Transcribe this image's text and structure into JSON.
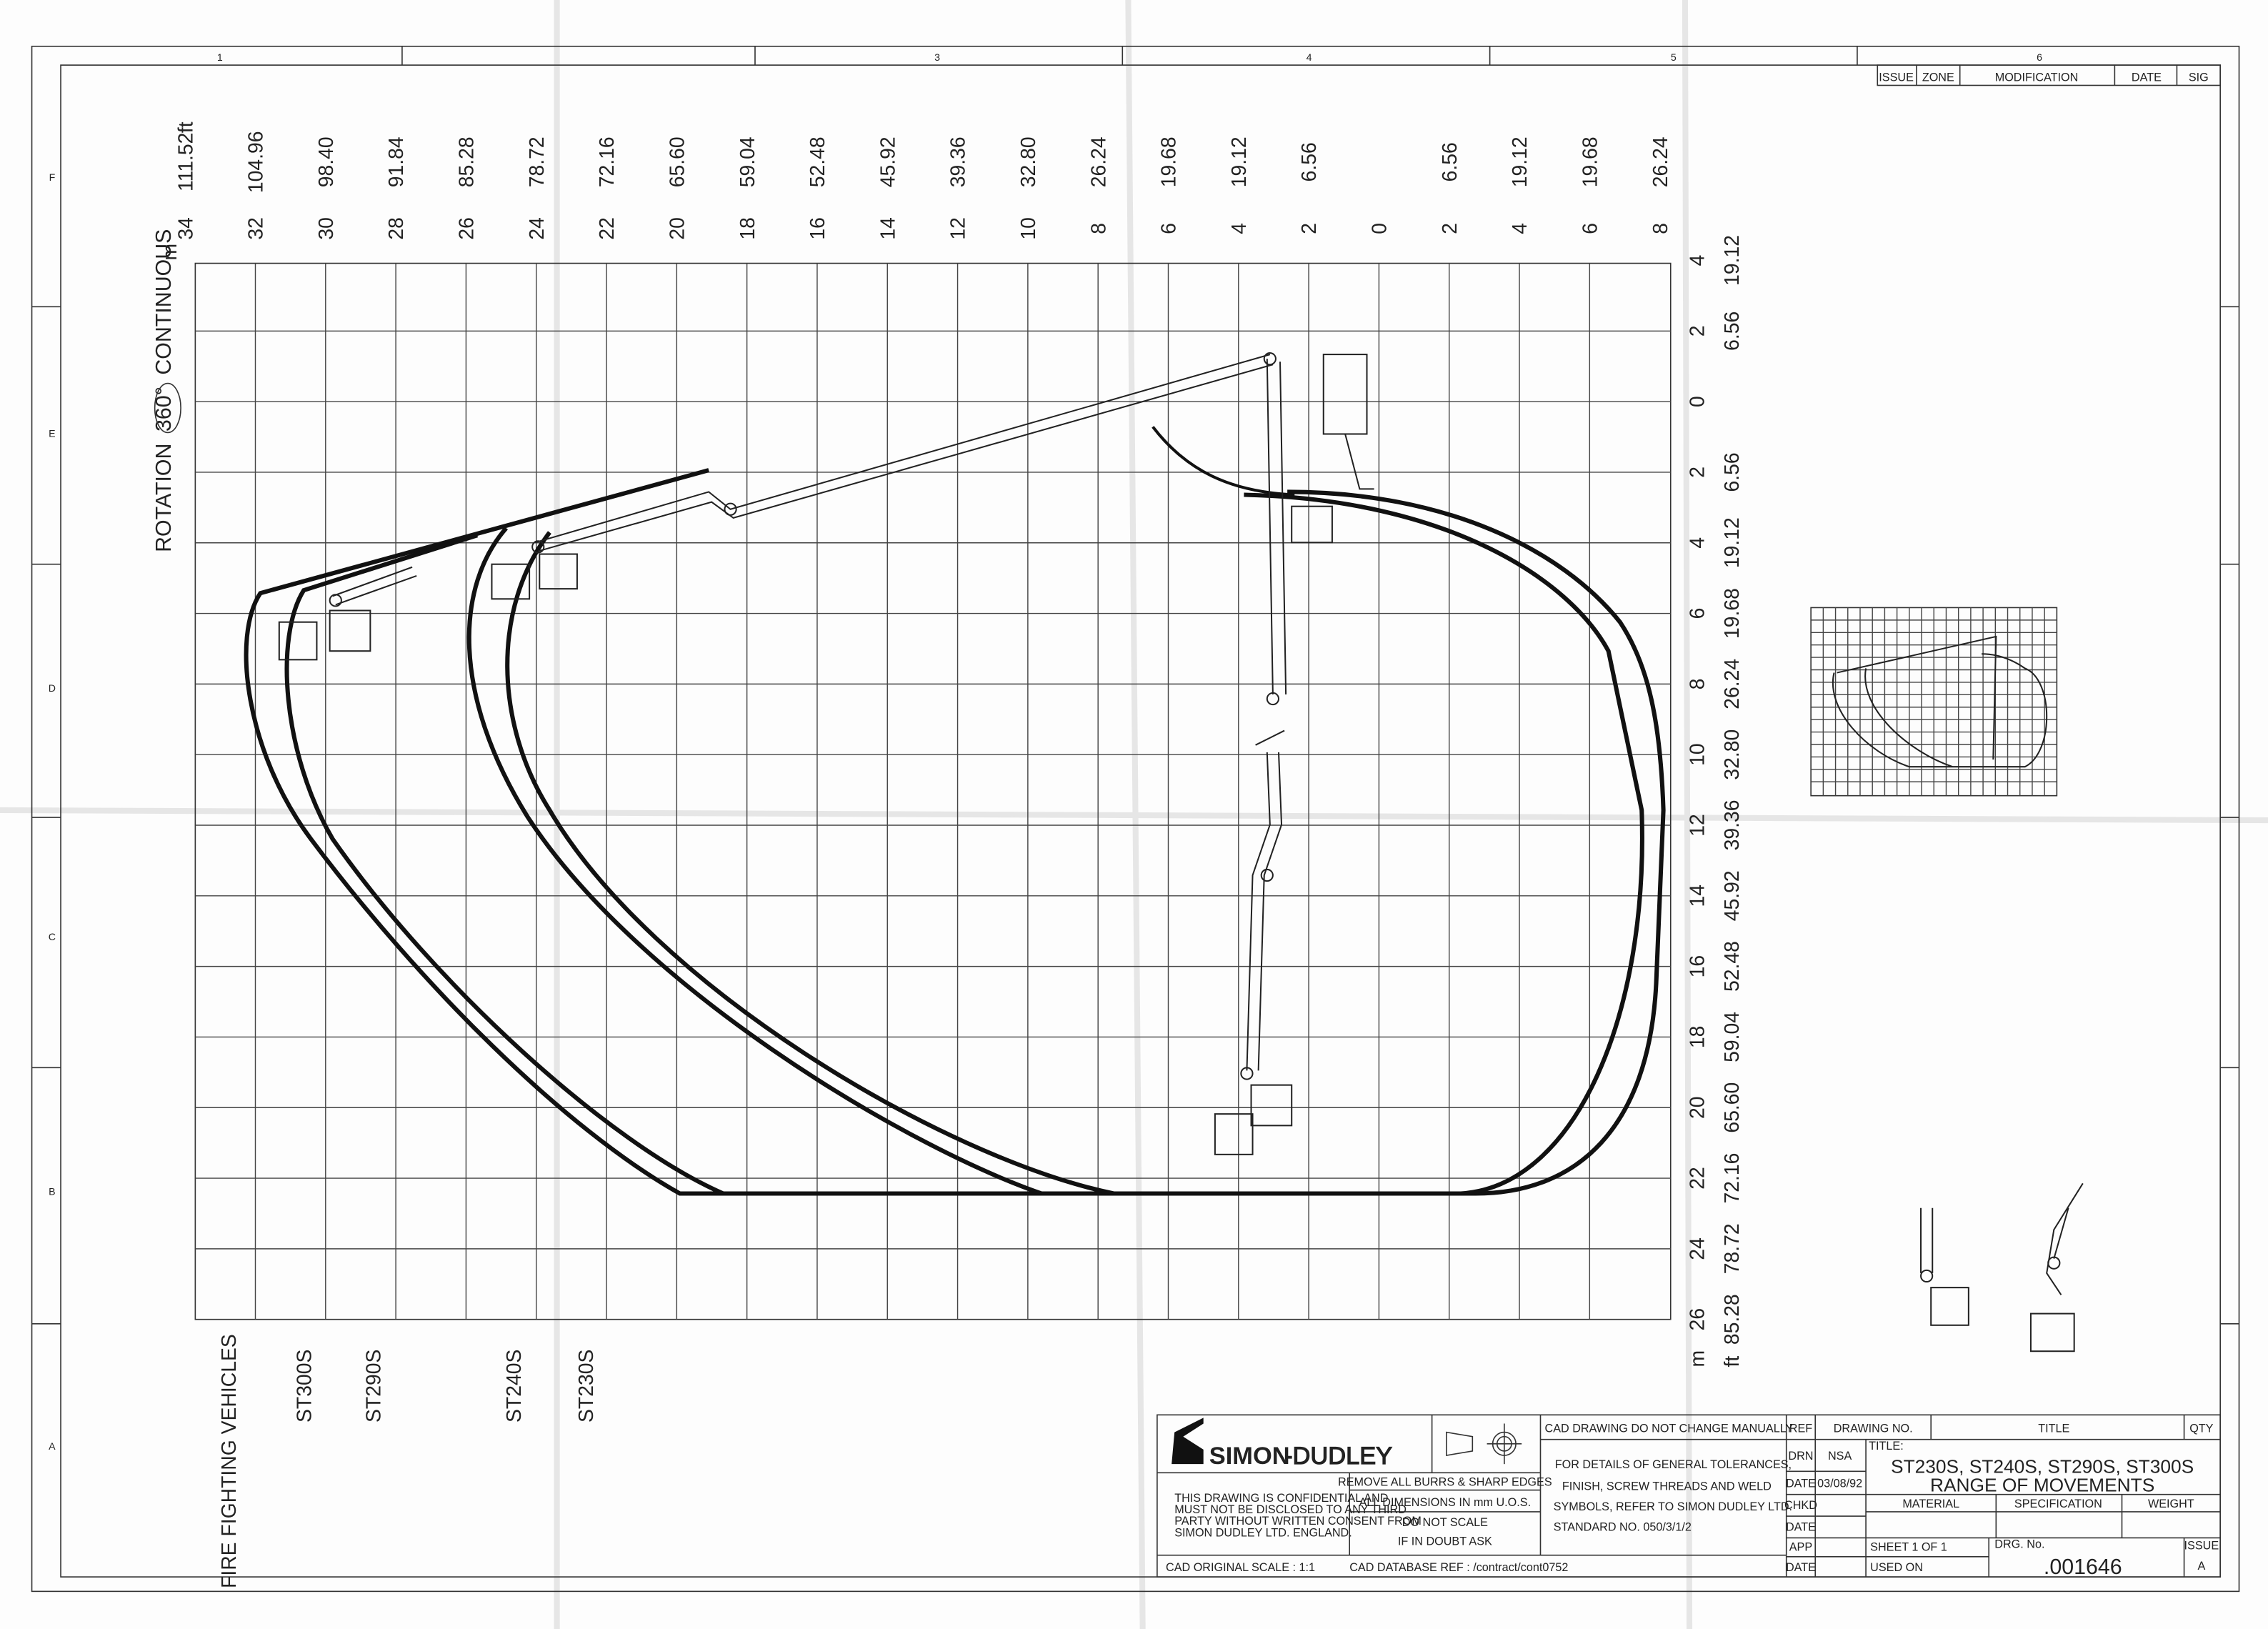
{
  "frame": {
    "columns": [
      "1",
      "3",
      "4",
      "5",
      "6"
    ],
    "rows": [
      "F",
      "E",
      "D",
      "C",
      "B",
      "A"
    ],
    "revision_headers": [
      "ISSUE",
      "ZONE",
      "MODIFICATION",
      "DATE",
      "SIG"
    ]
  },
  "diagram": {
    "rotation_label": "ROTATION",
    "rotation_value": "360°",
    "rotation_suffix": "CONTINUOUS",
    "top_axis": {
      "unit_m": "m",
      "unit_ft": "ft",
      "m": [
        "34",
        "32",
        "30",
        "28",
        "26",
        "24",
        "22",
        "20",
        "18",
        "16",
        "14",
        "12",
        "10",
        "8",
        "6",
        "4",
        "2",
        "0",
        "2",
        "4",
        "6",
        "8"
      ],
      "ft": [
        "111.52",
        "104.96",
        "98.40",
        "91.84",
        "85.28",
        "78.72",
        "72.16",
        "65.60",
        "59.04",
        "52.48",
        "45.92",
        "39.36",
        "32.80",
        "26.24",
        "19.68",
        "19.12",
        "6.56",
        "",
        "6.56",
        "19.12",
        "19.68",
        "26.24"
      ]
    },
    "right_axis": {
      "unit_m": "m",
      "unit_ft": "ft",
      "m": [
        "4",
        "2",
        "0",
        "2",
        "4",
        "6",
        "8",
        "10",
        "12",
        "14",
        "16",
        "18",
        "20",
        "22",
        "24",
        "26"
      ],
      "ft": [
        "19.12",
        "6.56",
        "",
        "6.56",
        "19.12",
        "19.68",
        "26.24",
        "32.80",
        "39.36",
        "45.92",
        "52.48",
        "59.04",
        "65.60",
        "72.16",
        "78.72",
        "85.28"
      ]
    },
    "vehicle_group_label": "FIRE FIGHTING VEHICLES",
    "models": [
      "ST300S",
      "ST290S",
      "ST240S",
      "ST230S"
    ]
  },
  "title_block": {
    "company_logo": "SIMON-DUDLEY",
    "logo_part1": "SIMON",
    "logo_part2": "-DUDLEY",
    "confidential": [
      "THIS DRAWING IS CONFIDENTIAL AND",
      "MUST NOT BE DISCLOSED TO ANY THIRD",
      "PARTY WITHOUT WRITTEN CONSENT FROM",
      "SIMON DUDLEY LTD. ENGLAND."
    ],
    "remove_burrs": "REMOVE ALL BURRS & SHARP EDGES",
    "dimensions": "ALL DIMENSIONS IN mm U.O.S.",
    "do_not_scale": "DO NOT SCALE",
    "if_in_doubt": "IF IN DOUBT ASK",
    "cad_drawing": "CAD DRAWING    DO NOT CHANGE MANUALLY",
    "details": [
      "FOR DETAILS OF GENERAL TOLERANCES,",
      "FINISH, SCREW THREADS AND WELD",
      "SYMBOLS, REFER TO SIMON DUDLEY LTD.",
      "STANDARD NO. 050/3/1/2"
    ],
    "cad_scale": "CAD ORIGINAL SCALE : 1:1",
    "cad_ref": "CAD DATABASE REF : /contract/cont0752",
    "ref": "REF",
    "drawing_no_header": "DRAWING NO.",
    "title_header": "TITLE",
    "qty": "QTY",
    "drn": "DRN",
    "drn_value": "NSA",
    "date": "DATE",
    "date_value": "03/08/92",
    "chkd": "CHKD",
    "app": "APP",
    "title_label": "TITLE:",
    "title_line1": "ST230S, ST240S, ST290S, ST300S",
    "title_line2": "RANGE OF MOVEMENTS",
    "material": "MATERIAL",
    "specification": "SPECIFICATION",
    "weight": "WEIGHT",
    "sheet": "SHEET  1    OF  1",
    "used_on": "USED ON",
    "drg_no_label": "DRG. No.",
    "drg_no": ".001646",
    "issue_label": "ISSUE",
    "issue": "A"
  }
}
